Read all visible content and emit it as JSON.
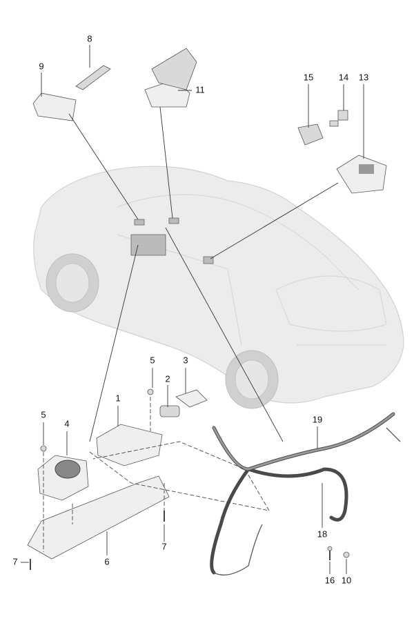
{
  "diagram": {
    "labels": {
      "p8": "8",
      "p9": "9",
      "p11": "11",
      "p15": "15",
      "p14": "14",
      "p13": "13",
      "p5a": "5",
      "p3": "3",
      "p2": "2",
      "p1": "1",
      "p5b": "5",
      "p4": "4",
      "p19": "19",
      "p18": "18",
      "p7a": "7",
      "p6": "6",
      "p7b": "7",
      "p16": "16",
      "p10": "10"
    }
  }
}
